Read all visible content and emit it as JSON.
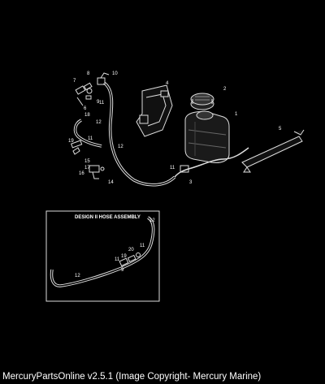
{
  "diagram": {
    "inset_title": "DESIGN II HOSE ASSEMBLY",
    "callouts": [
      {
        "id": "c10",
        "label": "10"
      },
      {
        "id": "c8",
        "label": "8"
      },
      {
        "id": "c7",
        "label": "7"
      },
      {
        "id": "c9",
        "label": "9"
      },
      {
        "id": "c11a",
        "label": "11"
      },
      {
        "id": "c6",
        "label": "6"
      },
      {
        "id": "c18",
        "label": "18"
      },
      {
        "id": "c12a",
        "label": "12"
      },
      {
        "id": "c4",
        "label": "4"
      },
      {
        "id": "c2",
        "label": "2"
      },
      {
        "id": "c1",
        "label": "1"
      },
      {
        "id": "c5",
        "label": "5"
      },
      {
        "id": "c19",
        "label": "19"
      },
      {
        "id": "c11b",
        "label": "11"
      },
      {
        "id": "c12b",
        "label": "12"
      },
      {
        "id": "c15",
        "label": "15"
      },
      {
        "id": "c17",
        "label": "17"
      },
      {
        "id": "c16",
        "label": "16"
      },
      {
        "id": "c14",
        "label": "14"
      },
      {
        "id": "c11c",
        "label": "11"
      },
      {
        "id": "c3",
        "label": "3"
      },
      {
        "id": "c12c",
        "label": "12"
      },
      {
        "id": "c20",
        "label": "20"
      },
      {
        "id": "c11d",
        "label": "11"
      },
      {
        "id": "c11e",
        "label": "11"
      },
      {
        "id": "c19b",
        "label": "19"
      },
      {
        "id": "c9b",
        "label": "9"
      },
      {
        "id": "c12d",
        "label": "12"
      }
    ]
  },
  "footer": {
    "caption": "MercuryPartsOnline v2.5.1 (Image Copyright- Mercury Marine)"
  }
}
